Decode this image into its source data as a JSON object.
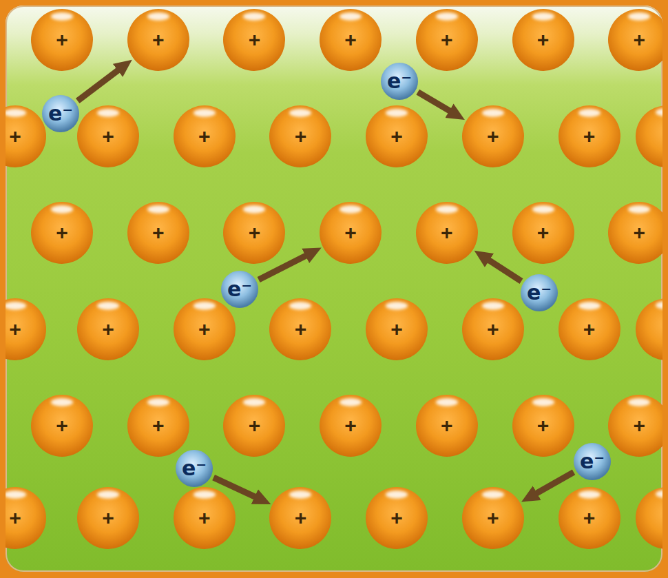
{
  "diagram": {
    "nodes": [
      {
        "text": [
          "+"
        ]
      },
      {
        "text": [
          "+"
        ]
      },
      {
        "text": [
          "+"
        ]
      },
      {
        "text": [
          "+"
        ]
      },
      {
        "text": [
          "+"
        ]
      },
      {
        "text": [
          "+"
        ]
      },
      {
        "text": [
          "+"
        ]
      },
      {
        "text": [
          "+"
        ]
      },
      {
        "text": [
          "+"
        ]
      },
      {
        "text": [
          "+"
        ]
      },
      {
        "text": [
          "+"
        ]
      },
      {
        "text": [
          "+"
        ]
      },
      {
        "text": [
          "+"
        ]
      },
      {
        "text": [
          "+"
        ]
      },
      {
        "text": [
          "+"
        ]
      },
      {
        "text": [
          "+"
        ]
      },
      {
        "text": [
          "+"
        ]
      },
      {
        "text": [
          "+"
        ]
      },
      {
        "text": [
          "+"
        ]
      },
      {
        "text": [
          "+"
        ]
      },
      {
        "text": [
          "+"
        ]
      },
      {
        "text": [
          "+"
        ]
      },
      {
        "text": [
          "+"
        ]
      },
      {
        "text": [
          "+"
        ]
      },
      {
        "text": [
          "+"
        ]
      },
      {
        "text": [
          "+"
        ]
      },
      {
        "text": [
          "+"
        ]
      },
      {
        "text": [
          "+"
        ]
      },
      {
        "text": [
          "+"
        ]
      },
      {
        "text": [
          "+"
        ]
      },
      {
        "text": [
          "+"
        ]
      },
      {
        "text": [
          "+"
        ]
      },
      {
        "text": [
          "+"
        ]
      },
      {
        "text": [
          "+"
        ]
      },
      {
        "text": [
          "+"
        ]
      },
      {
        "text": [
          "+"
        ]
      },
      {
        "text": [
          "+"
        ]
      },
      {
        "text": [
          "+"
        ]
      },
      {
        "text": [
          "+"
        ]
      },
      {
        "text": [
          "+"
        ]
      },
      {
        "text": [
          "+"
        ]
      },
      {
        "text": [
          "+"
        ]
      },
      {
        "text": [
          "e⁻"
        ]
      },
      {
        "text": [
          "e⁻"
        ]
      },
      {
        "text": [
          "e⁻"
        ]
      },
      {
        "text": [
          "e⁻"
        ]
      },
      {
        "text": [
          "e⁻"
        ]
      },
      {
        "text": [
          "e⁻"
        ]
      }
    ],
    "edges": [
      {
        "from": 42,
        "to": 1,
        "arrow": "to"
      },
      {
        "from": 43,
        "to": 12,
        "arrow": "to"
      },
      {
        "from": 44,
        "to": 17,
        "arrow": "to"
      },
      {
        "from": 45,
        "to": 18,
        "arrow": "to"
      },
      {
        "from": 46,
        "to": 38,
        "arrow": "to"
      },
      {
        "from": 47,
        "to": 40,
        "arrow": "to"
      }
    ]
  }
}
